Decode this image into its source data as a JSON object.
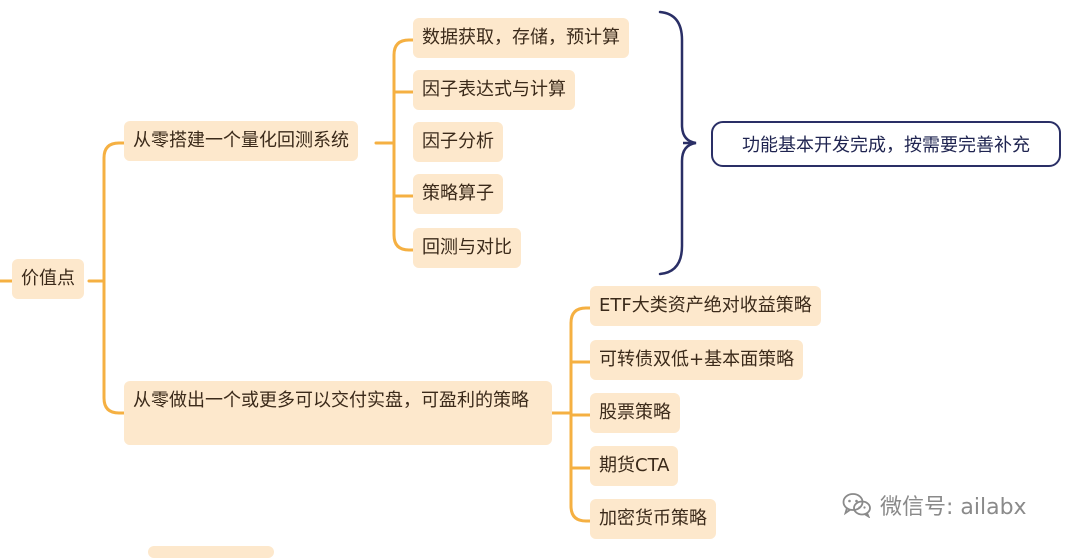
{
  "root": {
    "label": "价值点"
  },
  "branches": [
    {
      "label": "从零搭建一个量化回测系统",
      "children": [
        "数据获取，存储，预计算",
        "因子表达式与计算",
        "因子分析",
        "策略算子",
        "回测与对比"
      ]
    },
    {
      "label": "从零做出一个或更多可以交付实盘，可盈利的策略",
      "children": [
        "ETF大类资产绝对收益策略",
        "可转债双低+基本面策略",
        "股票策略",
        "期货CTA",
        "加密货币策略"
      ]
    }
  ],
  "summary": {
    "label": "功能基本开发完成，按需要完善补充"
  },
  "watermark": {
    "text": "微信号: ailabx",
    "icon": "wechat-icon"
  },
  "colors": {
    "node_fill": "#fde8cc",
    "connector": "#f5b042",
    "summary_border": "#2a2f66",
    "text": "#3b2a1a"
  }
}
